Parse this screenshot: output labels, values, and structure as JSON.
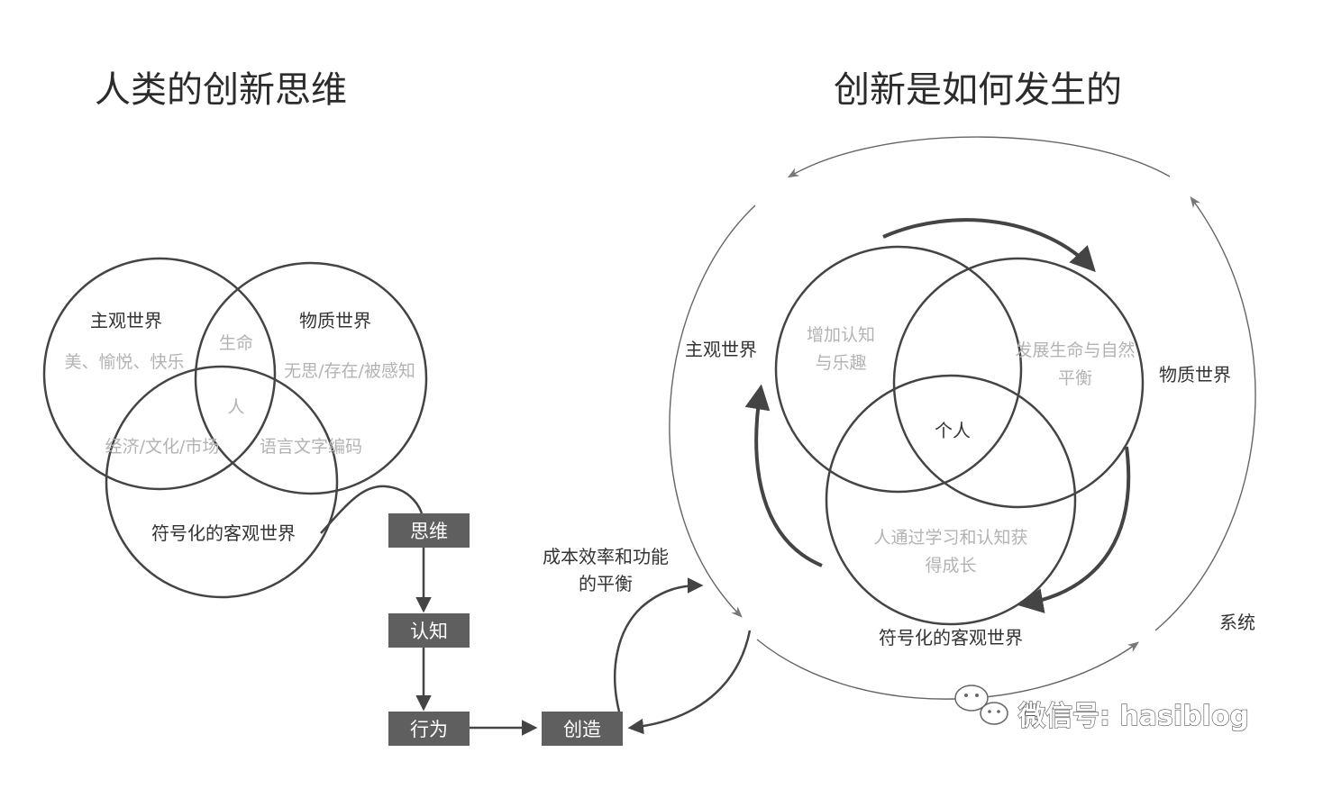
{
  "left": {
    "title": "人类的创新思维",
    "labels": {
      "subjective": "主观世界",
      "material": "物质世界",
      "subjective_sub": "美、愉悦、快乐",
      "life": "生命",
      "material_sub": "无思/存在/被感知",
      "person": "人",
      "economy": "经济/文化/市场",
      "language": "语言文字编码",
      "symbolic": "符号化的客观世界"
    },
    "flow": [
      "思维",
      "认知",
      "行为",
      "创造"
    ],
    "balance_line1": "成本效率和功能",
    "balance_line2": "的平衡"
  },
  "right": {
    "title": "创新是如何发生的",
    "labels": {
      "subjective": "主观世界",
      "material": "物质世界",
      "symbolic": "符号化的客观世界",
      "system": "系统",
      "individual": "个人",
      "cog1": "增加认知",
      "cog2": "与乐趣",
      "life1": "发展生命与自然",
      "life2": "平衡",
      "grow1": "人通过学习和认知获",
      "grow2": "得成长"
    }
  },
  "watermark": "微信号: hasiblog",
  "colors": {
    "line": "#444444",
    "box": "#5f5f5f",
    "soft": "#b3b3b3"
  }
}
